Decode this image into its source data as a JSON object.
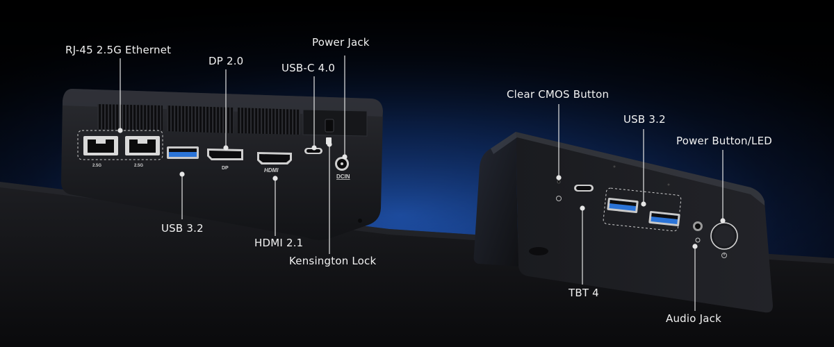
{
  "colors": {
    "background_dark": "#050608",
    "background_blue": "#1f63d6",
    "chassis": "#1c1d21",
    "port_blue": "#2b74d8",
    "label_white": "#f2f2f2"
  },
  "callouts": {
    "rj45": "RJ-45 2.5G Ethernet",
    "dp": "DP 2.0",
    "power_jack": "Power Jack",
    "usbc": "USB-C 4.0",
    "usb32_rear": "USB 3.2",
    "hdmi": "HDMI 2.1",
    "kensington": "Kensington Lock",
    "clear_cmos": "Clear CMOS Button",
    "usb32_front": "USB 3.2",
    "power_button": "Power Button/LED",
    "tbt": "TBT 4",
    "audio": "Audio Jack"
  },
  "port_markings": {
    "lan1": "2.5G",
    "lan2": "2.5G",
    "dp": "DP",
    "hdmi": "HDMI",
    "dcin": "DCIN"
  }
}
